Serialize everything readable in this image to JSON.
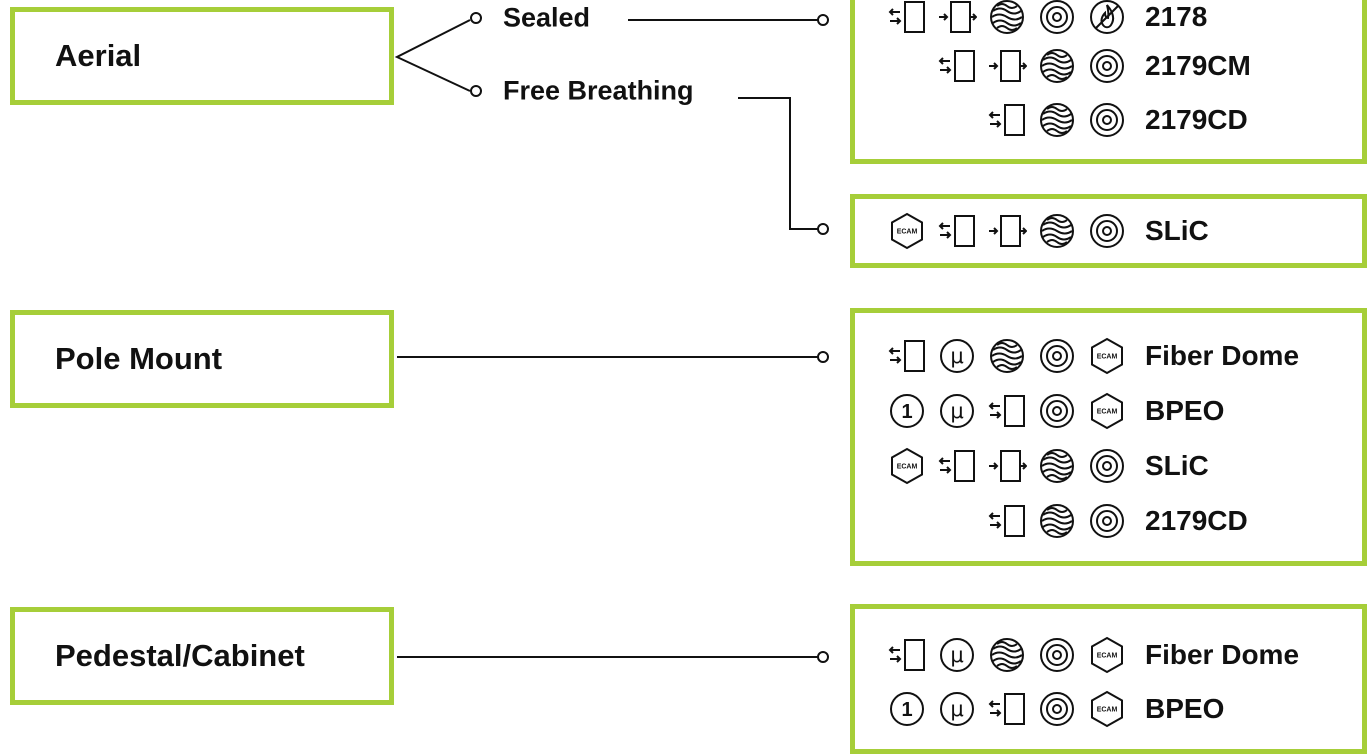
{
  "colors": {
    "border": "#a6ce39",
    "line": "#111111",
    "text": "#111111"
  },
  "categories": {
    "aerial": "Aerial",
    "pole_mount": "Pole Mount",
    "pedestal": "Pedestal/Cabinet"
  },
  "branches": {
    "sealed": "Sealed",
    "free_breathing": "Free Breathing"
  },
  "products": {
    "aerial_sealed": [
      {
        "name": "2178",
        "icons": [
          "ports-in-out-icon",
          "port-out-icon",
          "waves-icon",
          "target-icon",
          "no-flame-icon"
        ]
      },
      {
        "name": "2179CM",
        "icons": [
          "ports-in-out-icon",
          "port-out-icon",
          "waves-icon",
          "target-icon"
        ]
      },
      {
        "name": "2179CD",
        "icons": [
          "ports-in-out-icon",
          "waves-icon",
          "target-icon"
        ]
      }
    ],
    "aerial_free": [
      {
        "name": "SLiC",
        "icons": [
          "ecam-icon",
          "ports-in-out-icon",
          "port-out-icon",
          "waves-icon",
          "target-icon"
        ]
      }
    ],
    "pole_mount": [
      {
        "name": "Fiber Dome",
        "icons": [
          "ports-in-out-icon",
          "micro-icon",
          "waves-icon",
          "target-icon",
          "ecam-icon"
        ]
      },
      {
        "name": "BPEO",
        "icons": [
          "one-icon",
          "micro-icon",
          "ports-in-out-icon",
          "target-icon",
          "ecam-icon"
        ]
      },
      {
        "name": "SLiC",
        "icons": [
          "ecam-icon",
          "ports-in-out-icon",
          "port-out-icon",
          "waves-icon",
          "target-icon"
        ]
      },
      {
        "name": "2179CD",
        "icons": [
          "ports-in-out-icon",
          "waves-icon",
          "target-icon"
        ]
      }
    ],
    "pedestal": [
      {
        "name": "Fiber Dome",
        "icons": [
          "ports-in-out-icon",
          "micro-icon",
          "waves-icon",
          "target-icon",
          "ecam-icon"
        ]
      },
      {
        "name": "BPEO",
        "icons": [
          "one-icon",
          "micro-icon",
          "ports-in-out-icon",
          "target-icon",
          "ecam-icon"
        ]
      }
    ]
  },
  "icon_text": {
    "ecam": "ECAM",
    "one": "1",
    "micro": "μ"
  }
}
